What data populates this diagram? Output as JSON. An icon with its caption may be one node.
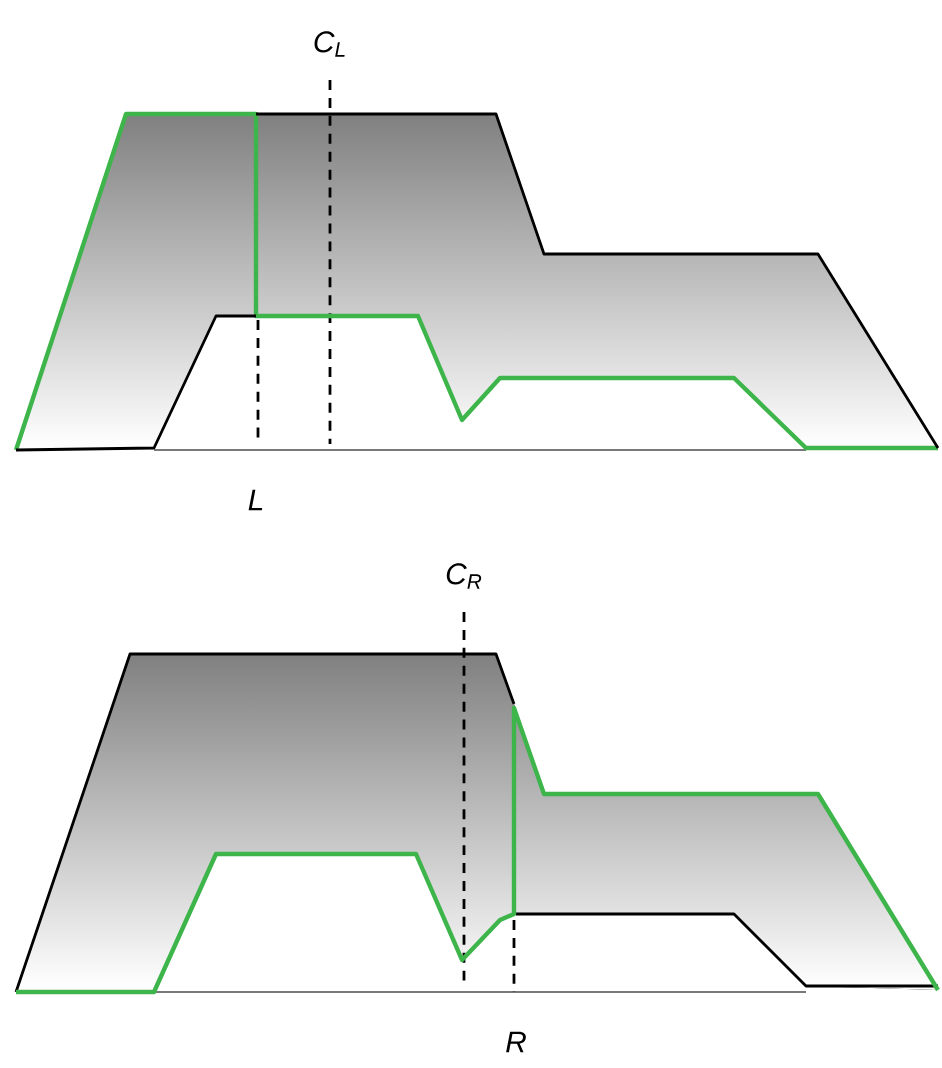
{
  "diagram": {
    "labels": [
      "C$_{L}$",
      "L",
      "C$_{R}$",
      "R"
    ]
  }
}
